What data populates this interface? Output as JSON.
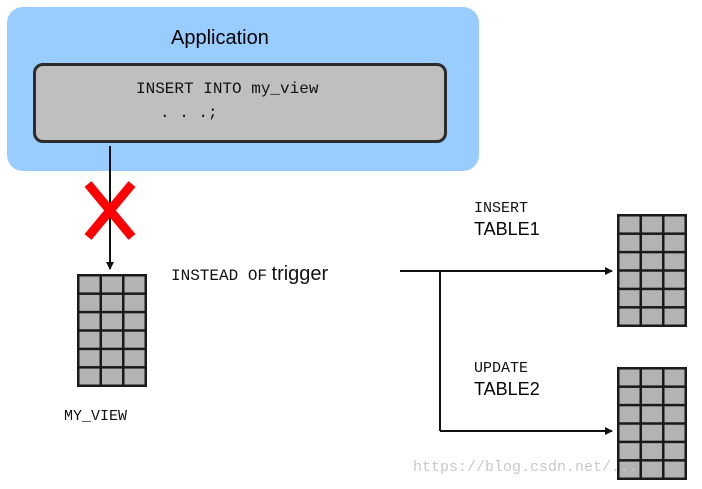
{
  "application": {
    "title": "Application",
    "sql_line1": "INSERT INTO my_view",
    "sql_line2": ". . .;"
  },
  "trigger": {
    "keyword": "INSTEAD OF",
    "word": "trigger"
  },
  "view": {
    "label": "MY_VIEW"
  },
  "targets": [
    {
      "operation": "INSERT",
      "table": "TABLE1"
    },
    {
      "operation": "UPDATE",
      "table": "TABLE2"
    }
  ],
  "watermark": "https://blog.csdn.net/...",
  "colors": {
    "panel": "#99ccff",
    "sql_box": "#bfbfbf",
    "table_cell": "#b3b3b3",
    "table_line": "#1a1a1a",
    "cross": "#ff0000"
  }
}
